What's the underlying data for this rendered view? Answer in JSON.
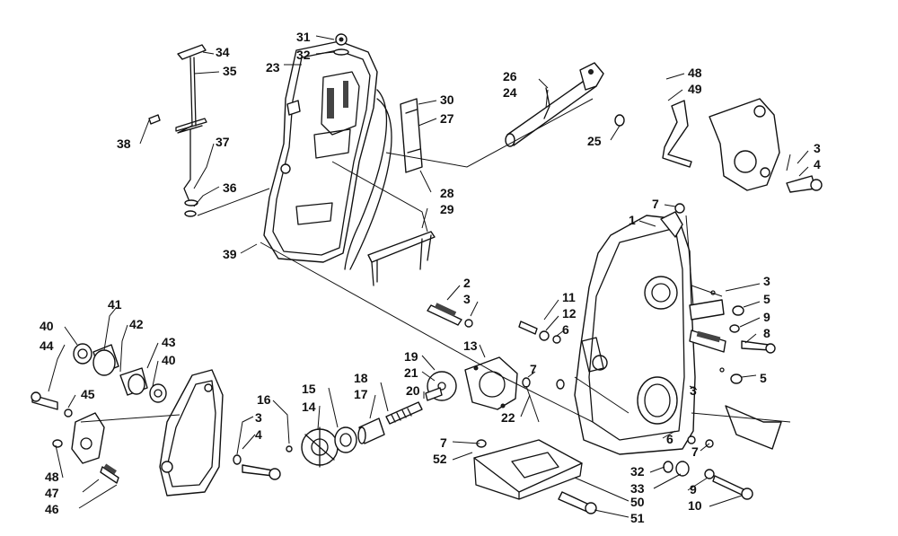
{
  "labels": [
    {
      "id": "l34",
      "text": "34"
    },
    {
      "id": "l35",
      "text": "35"
    },
    {
      "id": "l38",
      "text": "38"
    },
    {
      "id": "l37",
      "text": "37"
    },
    {
      "id": "l36",
      "text": "36"
    },
    {
      "id": "l31",
      "text": "31"
    },
    {
      "id": "l32a",
      "text": "32"
    },
    {
      "id": "l23",
      "text": "23"
    },
    {
      "id": "l30",
      "text": "30"
    },
    {
      "id": "l27",
      "text": "27"
    },
    {
      "id": "l28",
      "text": "28"
    },
    {
      "id": "l29",
      "text": "29"
    },
    {
      "id": "l39",
      "text": "39"
    },
    {
      "id": "l26",
      "text": "26"
    },
    {
      "id": "l24",
      "text": "24"
    },
    {
      "id": "l25",
      "text": "25"
    },
    {
      "id": "l48a",
      "text": "48"
    },
    {
      "id": "l49",
      "text": "49"
    },
    {
      "id": "l3a",
      "text": "3"
    },
    {
      "id": "l4a",
      "text": "4"
    },
    {
      "id": "l7a",
      "text": "7"
    },
    {
      "id": "l1",
      "text": "1"
    },
    {
      "id": "l3b",
      "text": "3"
    },
    {
      "id": "l5a",
      "text": "5"
    },
    {
      "id": "l9a",
      "text": "9"
    },
    {
      "id": "l8",
      "text": "8"
    },
    {
      "id": "l5b",
      "text": "5"
    },
    {
      "id": "l3c",
      "text": "3"
    },
    {
      "id": "l2",
      "text": "2"
    },
    {
      "id": "l3d",
      "text": "3"
    },
    {
      "id": "l11",
      "text": "11"
    },
    {
      "id": "l12",
      "text": "12"
    },
    {
      "id": "l6a",
      "text": "6"
    },
    {
      "id": "l13",
      "text": "13"
    },
    {
      "id": "l19",
      "text": "19"
    },
    {
      "id": "l21",
      "text": "21"
    },
    {
      "id": "l20",
      "text": "20"
    },
    {
      "id": "l18",
      "text": "18"
    },
    {
      "id": "l17",
      "text": "17"
    },
    {
      "id": "l7b",
      "text": "7"
    },
    {
      "id": "l22",
      "text": "22"
    },
    {
      "id": "l15",
      "text": "15"
    },
    {
      "id": "l14",
      "text": "14"
    },
    {
      "id": "l16",
      "text": "16"
    },
    {
      "id": "l3e",
      "text": "3"
    },
    {
      "id": "l4b",
      "text": "4"
    },
    {
      "id": "l41",
      "text": "41"
    },
    {
      "id": "l42",
      "text": "42"
    },
    {
      "id": "l40a",
      "text": "40"
    },
    {
      "id": "l44",
      "text": "44"
    },
    {
      "id": "l43",
      "text": "43"
    },
    {
      "id": "l40b",
      "text": "40"
    },
    {
      "id": "l45",
      "text": "45"
    },
    {
      "id": "l48b",
      "text": "48"
    },
    {
      "id": "l47",
      "text": "47"
    },
    {
      "id": "l46",
      "text": "46"
    },
    {
      "id": "l7c",
      "text": "7"
    },
    {
      "id": "l52",
      "text": "52"
    },
    {
      "id": "l6b",
      "text": "6"
    },
    {
      "id": "l7d",
      "text": "7"
    },
    {
      "id": "l32b",
      "text": "32"
    },
    {
      "id": "l33",
      "text": "33"
    },
    {
      "id": "l9b",
      "text": "9"
    },
    {
      "id": "l10",
      "text": "10"
    },
    {
      "id": "l50",
      "text": "50"
    },
    {
      "id": "l51",
      "text": "51"
    }
  ]
}
